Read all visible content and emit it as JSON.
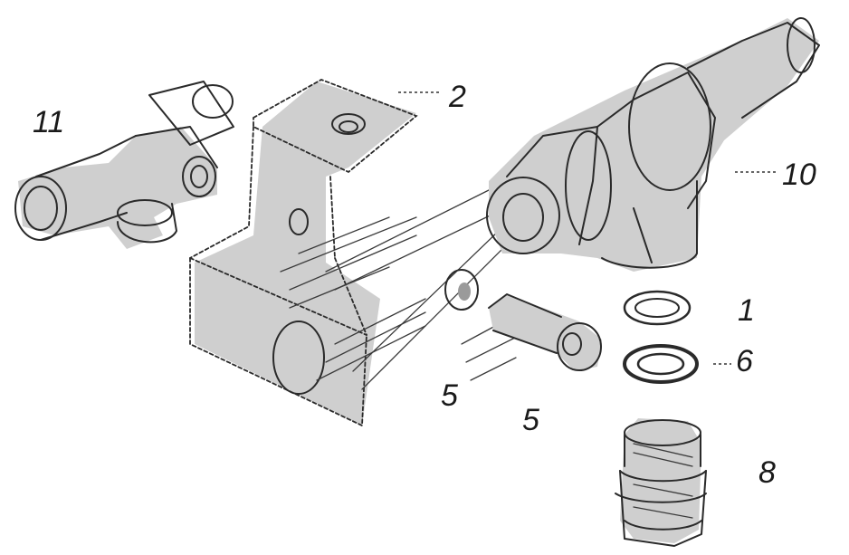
{
  "callouts": {
    "c11": "11",
    "c2": "2",
    "c10": "10",
    "c1": "1",
    "c6": "6",
    "c5a": "5",
    "c5b": "5",
    "c8": "8"
  }
}
